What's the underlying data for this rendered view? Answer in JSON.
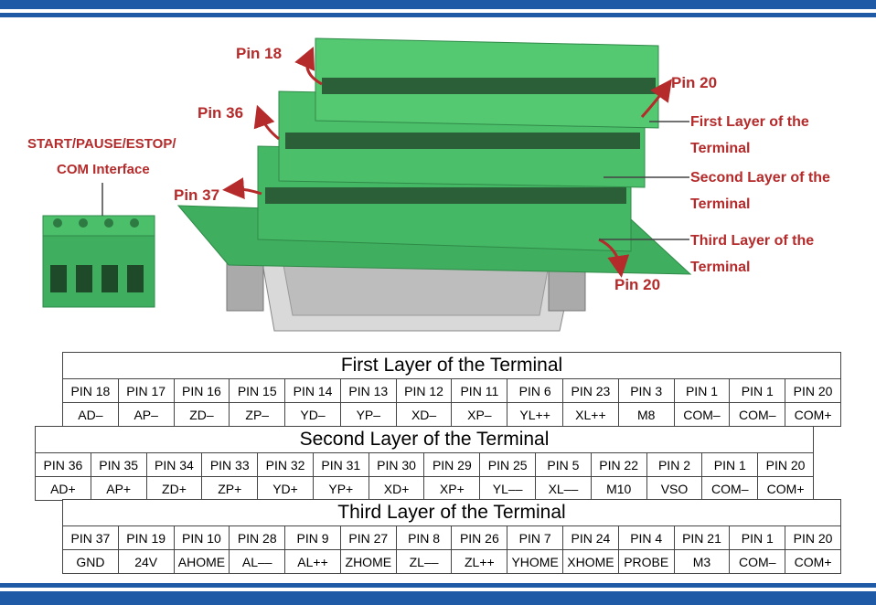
{
  "callouts": {
    "pin18": "Pin 18",
    "pin20_top": "Pin 20",
    "pin36": "Pin 36",
    "pin37": "Pin 37",
    "pin20_bottom": "Pin 20",
    "start_line1": "START/PAUSE/ESTOP/",
    "start_line2": "COM Interface",
    "first_line1": "First Layer of the",
    "first_line2": "Terminal",
    "second_line1": "Second Layer of the",
    "second_line2": "Terminal",
    "third_line1": "Third Layer of the",
    "third_line2": "Terminal"
  },
  "colors": {
    "accent_red": "#b52a2a",
    "stripe_blue": "#1f5aa6",
    "terminal_green": "#3fae5e"
  },
  "tables": {
    "first": {
      "title": "First Layer of the Terminal",
      "pins": [
        "PIN 18",
        "PIN 17",
        "PIN 16",
        "PIN 15",
        "PIN 14",
        "PIN 13",
        "PIN 12",
        "PIN 11",
        "PIN 6",
        "PIN 23",
        "PIN 3",
        "PIN 1",
        "PIN 1",
        "PIN 20"
      ],
      "signals": [
        "AD–",
        "AP–",
        "ZD–",
        "ZP–",
        "YD–",
        "YP–",
        "XD–",
        "XP–",
        "YL++",
        "XL++",
        "M8",
        "COM–",
        "COM–",
        "COM+"
      ]
    },
    "second": {
      "title": "Second Layer of the Terminal",
      "pins": [
        "PIN 36",
        "PIN 35",
        "PIN 34",
        "PIN 33",
        "PIN 32",
        "PIN 31",
        "PIN 30",
        "PIN 29",
        "PIN 25",
        "PIN 5",
        "PIN 22",
        "PIN 2",
        "PIN 1",
        "PIN 20"
      ],
      "signals": [
        "AD+",
        "AP+",
        "ZD+",
        "ZP+",
        "YD+",
        "YP+",
        "XD+",
        "XP+",
        "YL––",
        "XL––",
        "M10",
        "VSO",
        "COM–",
        "COM+"
      ]
    },
    "third": {
      "title": "Third Layer of the Terminal",
      "pins": [
        "PIN 37",
        "PIN 19",
        "PIN 10",
        "PIN 28",
        "PIN 9",
        "PIN 27",
        "PIN 8",
        "PIN 26",
        "PIN 7",
        "PIN 24",
        "PIN 4",
        "PIN 21",
        "PIN 1",
        "PIN 20"
      ],
      "signals": [
        "GND",
        "24V",
        "AHOME",
        "AL––",
        "AL++",
        "ZHOME",
        "ZL––",
        "ZL++",
        "YHOME",
        "XHOME",
        "PROBE",
        "M3",
        "COM–",
        "COM+"
      ]
    }
  }
}
